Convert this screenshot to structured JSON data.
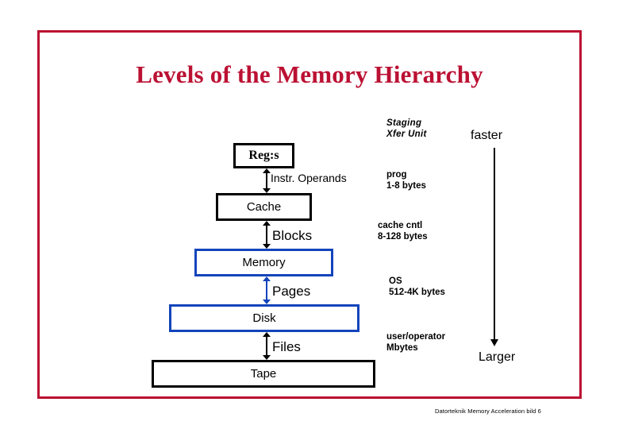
{
  "slide": {
    "title": "Levels of the Memory Hierarchy",
    "footer": "Datorteknik Memory Acceleration bild 6",
    "frame_color": "#bb1133",
    "title_color": "#bb1133"
  },
  "hierarchy": {
    "levels": [
      {
        "label": "Reg:s",
        "border_color": "#000000"
      },
      {
        "label": "Cache",
        "border_color": "#000000"
      },
      {
        "label": "Memory",
        "border_color": "#1344bb"
      },
      {
        "label": "Disk",
        "border_color": "#1344bb"
      },
      {
        "label": "Tape",
        "border_color": "#000000"
      }
    ],
    "links": [
      {
        "label": "Instr. Operands",
        "color": "#000000"
      },
      {
        "label": "Blocks",
        "color": "#000000"
      },
      {
        "label": "Pages",
        "color": "#1344bb"
      },
      {
        "label": "Files",
        "color": "#000000"
      }
    ]
  },
  "notes": {
    "staging_header": "Staging\nXfer Unit",
    "prog": "prog\n1-8 bytes",
    "cache_cntl": "cache cntl\n8-128 bytes",
    "os": "OS\n512-4K bytes",
    "user_operator": "user/operator\nMbytes"
  },
  "speed_axis": {
    "top_label": "faster",
    "bottom_label": "Larger",
    "direction": "down"
  }
}
